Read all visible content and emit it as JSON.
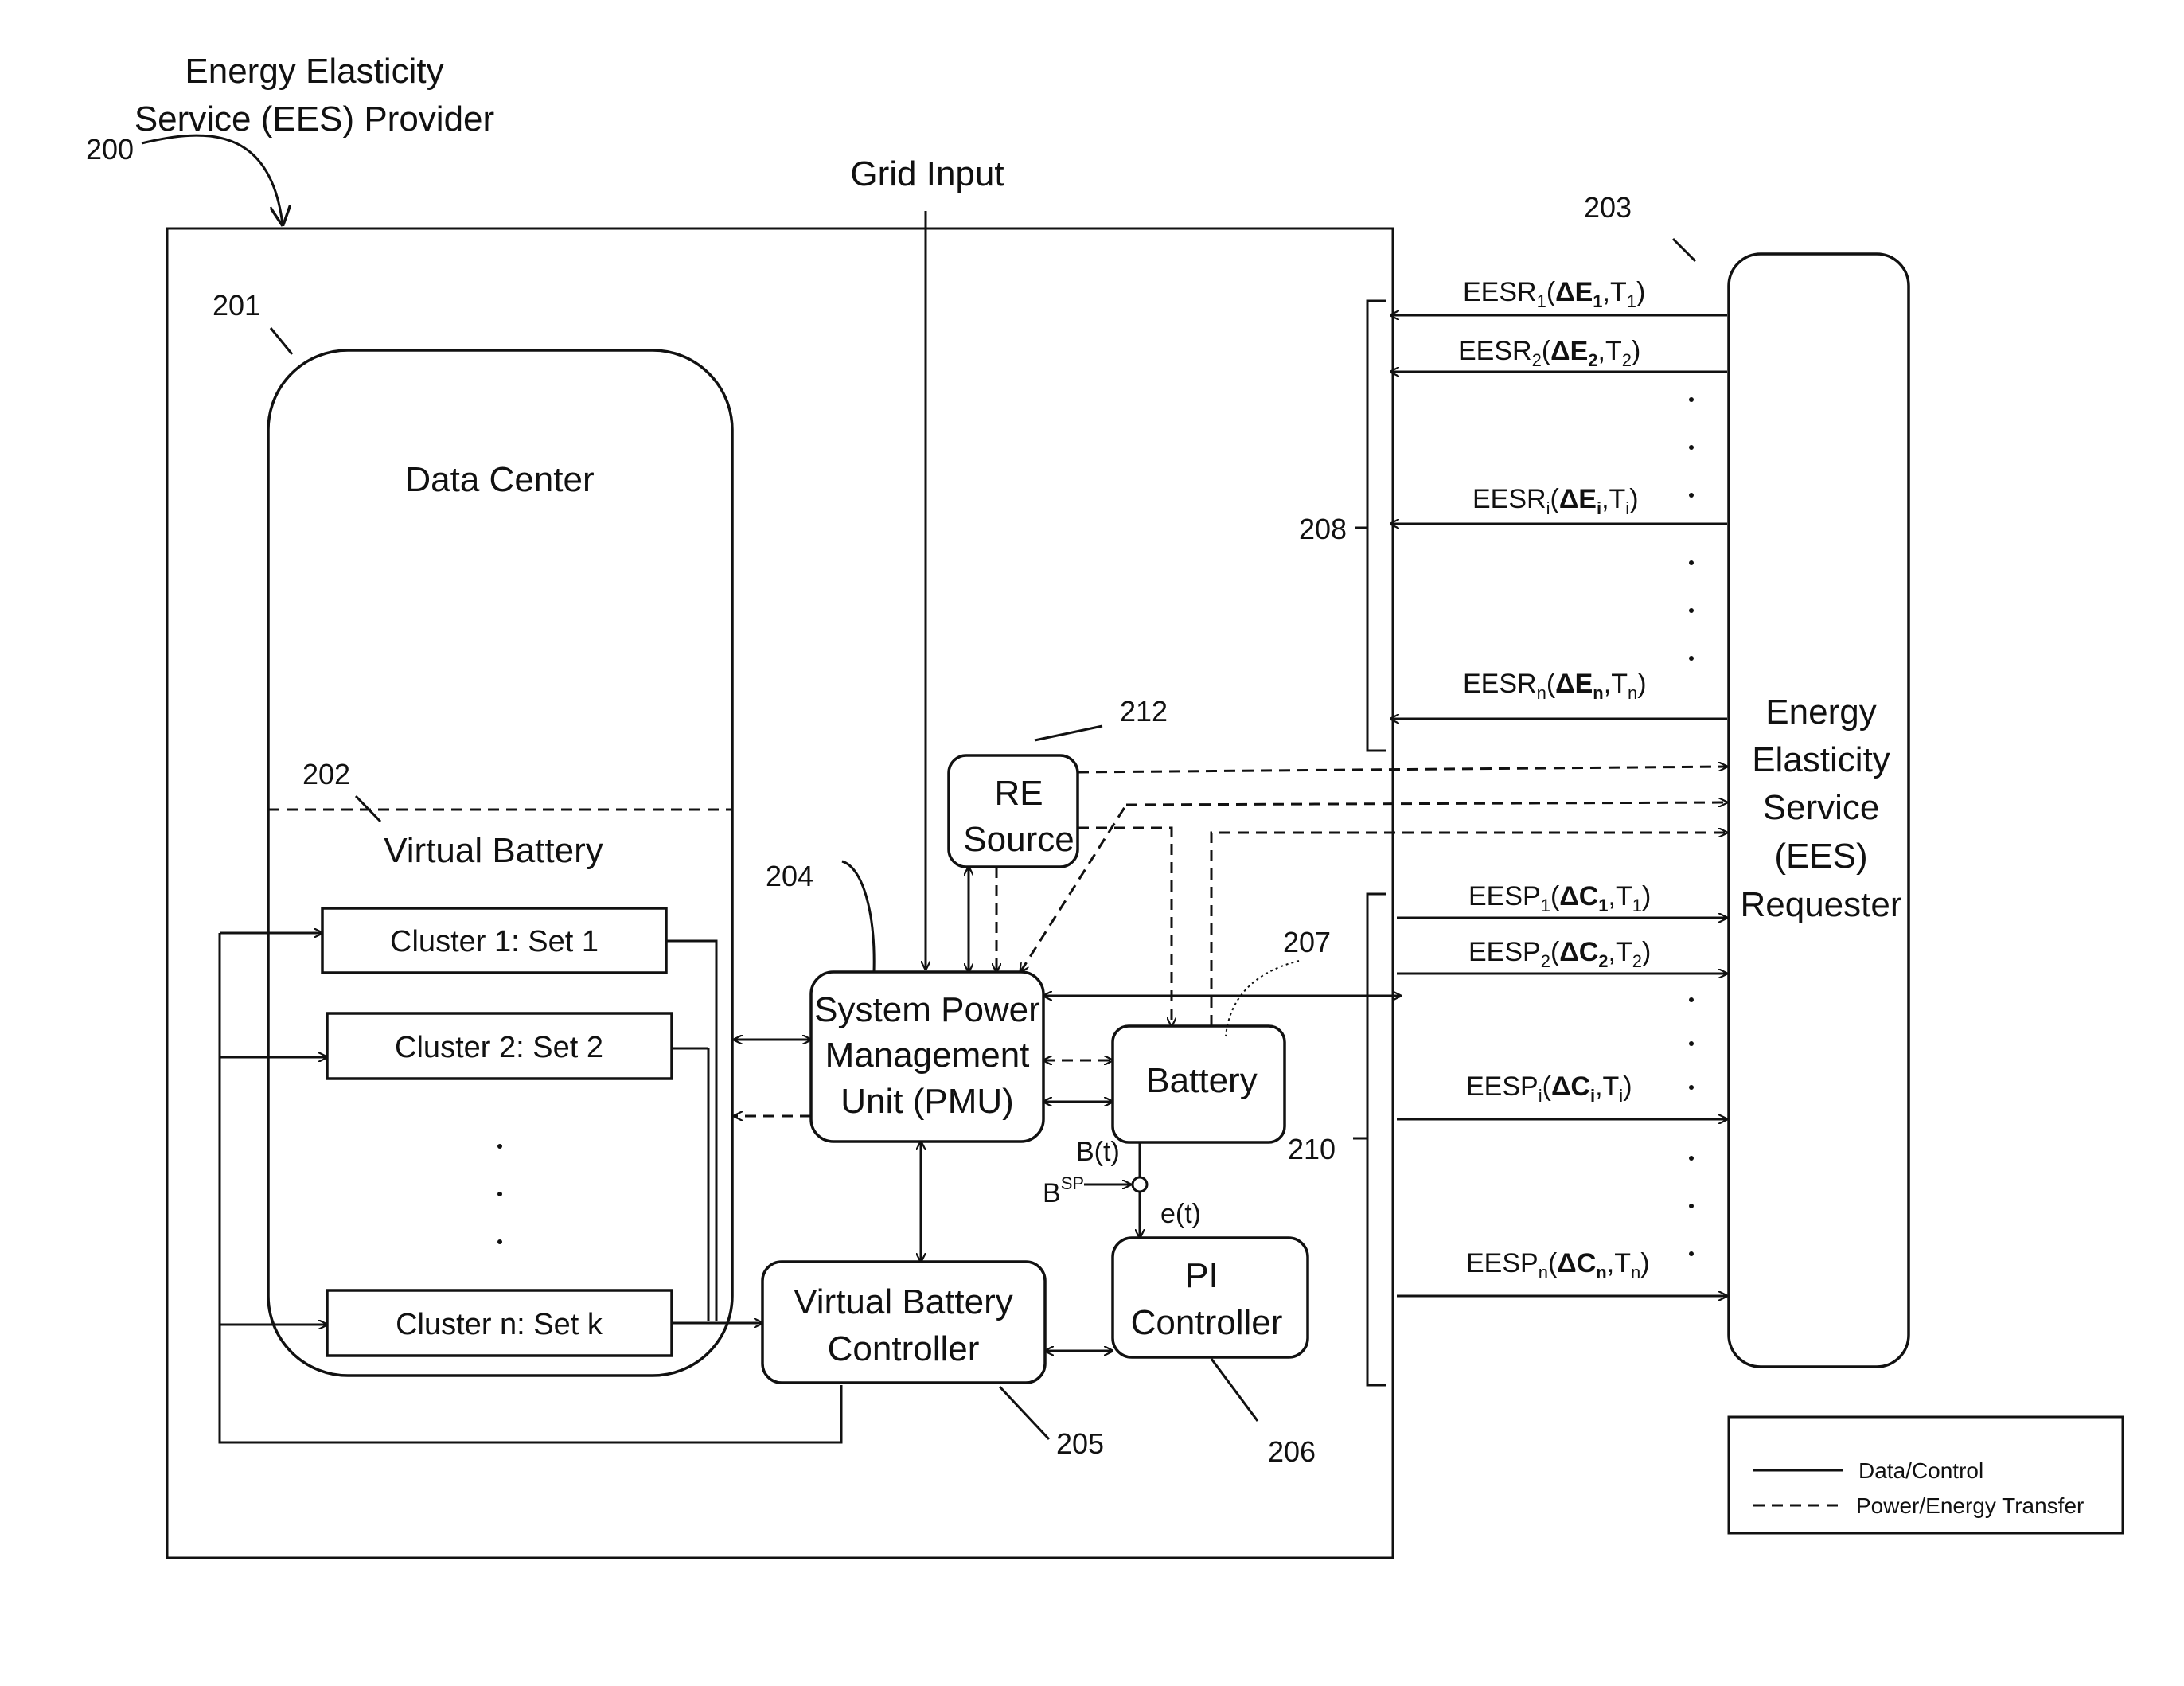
{
  "title_lines": [
    "Energy Elasticity",
    "Service (EES) Provider"
  ],
  "grid_input": "Grid Input",
  "labels": {
    "data_center": "Data Center",
    "virtual_battery": "Virtual Battery",
    "re_source": [
      "RE",
      "Source"
    ],
    "pmu": [
      "System Power",
      "Management",
      "Unit (PMU)"
    ],
    "battery": "Battery",
    "vbc": [
      "Virtual Battery",
      "Controller"
    ],
    "pi": [
      "PI",
      "Controller"
    ],
    "requester": [
      "Energy",
      "Elasticity",
      "Service",
      "(EES)",
      "Requester"
    ]
  },
  "clusters": [
    "Cluster 1: Set 1",
    "Cluster 2: Set 2",
    "Cluster n: Set k"
  ],
  "refs": {
    "r200": "200",
    "r201": "201",
    "r202": "202",
    "r203": "203",
    "r204": "204",
    "r205": "205",
    "r206": "206",
    "r207": "207",
    "r208": "208",
    "r210": "210",
    "r212": "212"
  },
  "signals": {
    "bt": "B(t)",
    "bsp_base": "B",
    "bsp_sup": "SP",
    "et": "e(t)"
  },
  "requests": [
    {
      "base": "EESR",
      "sub": "1",
      "delta": "ΔE",
      "dsub": "1",
      "t": "T",
      "tsub": "1"
    },
    {
      "base": "EESR",
      "sub": "2",
      "delta": "ΔE",
      "dsub": "2",
      "t": "T",
      "tsub": "2"
    },
    {
      "base": "EESR",
      "sub": "i",
      "delta": "ΔE",
      "dsub": "i",
      "t": "T",
      "tsub": "i"
    },
    {
      "base": "EESR",
      "sub": "n",
      "delta": "ΔE",
      "dsub": "n",
      "t": "T",
      "tsub": "n"
    }
  ],
  "provisions": [
    {
      "base": "EESP",
      "sub": "1",
      "delta": "ΔC",
      "dsub": "1",
      "t": "T",
      "tsub": "1"
    },
    {
      "base": "EESP",
      "sub": "2",
      "delta": "ΔC",
      "dsub": "2",
      "t": "T",
      "tsub": "2"
    },
    {
      "base": "EESP",
      "sub": "i",
      "delta": "ΔC",
      "dsub": "i",
      "t": "T",
      "tsub": "i"
    },
    {
      "base": "EESP",
      "sub": "n",
      "delta": "ΔC",
      "dsub": "n",
      "t": "T",
      "tsub": "n"
    }
  ],
  "legend": {
    "solid": "Data/Control",
    "dashed": "Power/Energy Transfer"
  }
}
